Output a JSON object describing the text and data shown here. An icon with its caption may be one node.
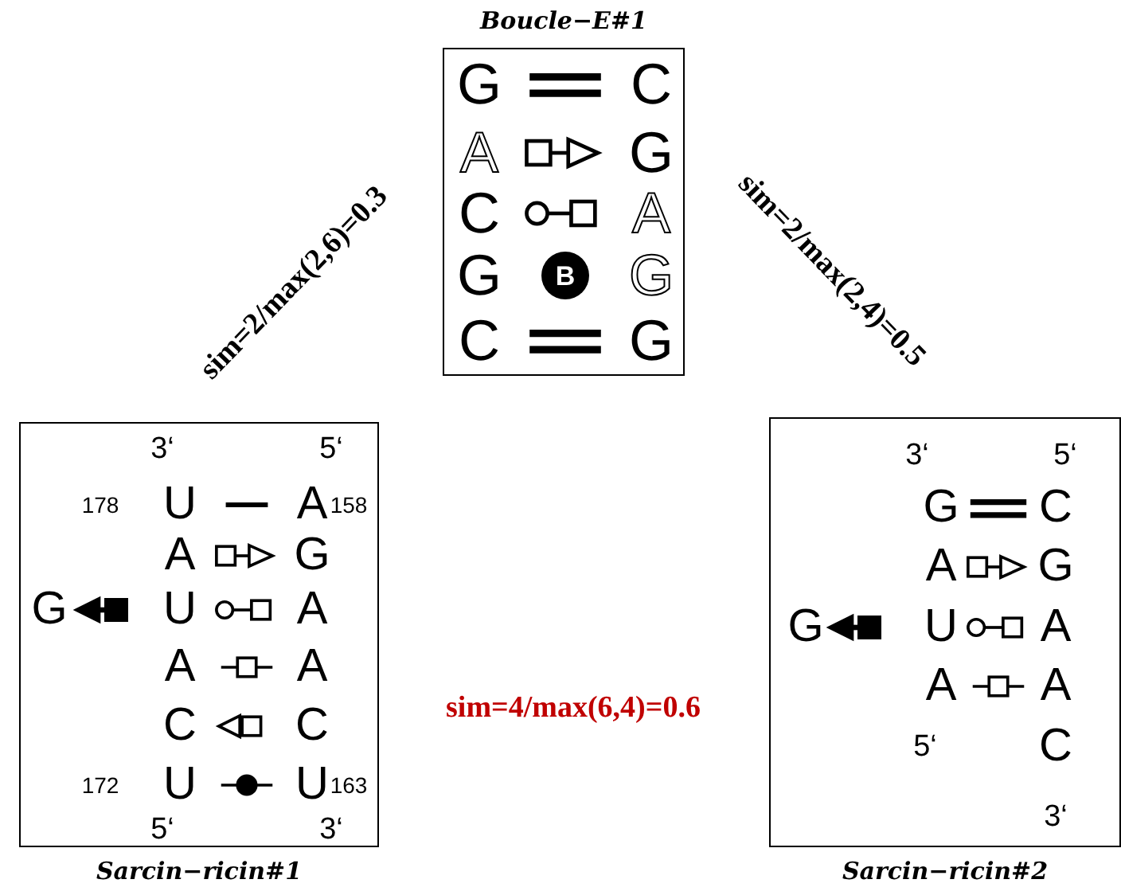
{
  "diagram": {
    "nodes": [
      {
        "text": [
          "Boucle−E#1"
        ]
      },
      {
        "text": [
          "Sarcin−ricin#1"
        ]
      },
      {
        "text": [
          "Sarcin−ricin#2"
        ]
      }
    ],
    "labels": [
      "sim=2/max(2,6)=0.3",
      "sim=2/max(2,4)=0.5",
      "sim=4/max(6,4)=0.6",
      "G",
      "C",
      "A",
      "G",
      "C",
      "A",
      "G",
      "B",
      "G",
      "C",
      "G",
      "3‘",
      "5‘",
      "178",
      "U",
      "A",
      "158",
      "A",
      "G",
      "G",
      "U",
      "A",
      "A",
      "A",
      "C",
      "C",
      "172",
      "U",
      "U",
      "163",
      "5‘",
      "3‘",
      "3‘",
      "5‘",
      "G",
      "C",
      "A",
      "G",
      "G",
      "U",
      "A",
      "A",
      "A",
      "5‘",
      "C",
      "3‘"
    ]
  }
}
